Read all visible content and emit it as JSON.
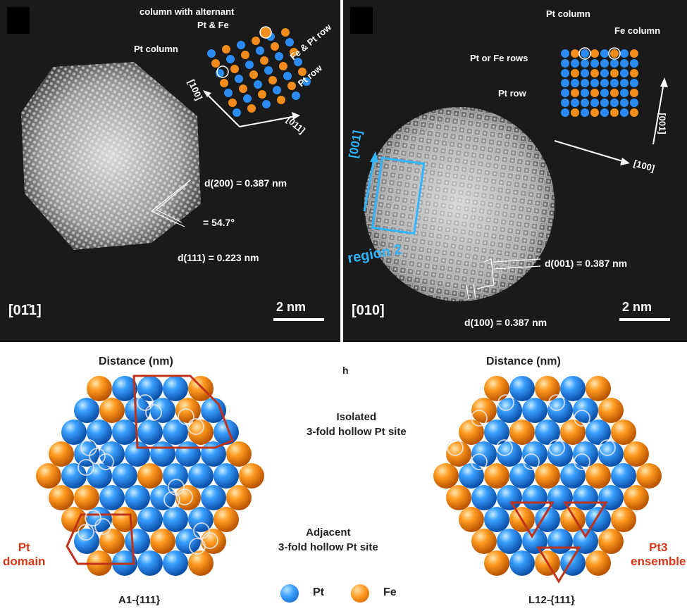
{
  "left_panel": {
    "zone_label": "[01̄1]",
    "scale": "2 nm",
    "annotations": {
      "column_alt": "column with alternant",
      "pt_fe": "Pt & Fe",
      "fe_pt_row": "Fe & Pt row",
      "pt_column": "Pt column",
      "pt_row": "Pt row",
      "dir_100": "[100]",
      "dir_011": "[011]",
      "d200": "d(200) = 0.387 nm",
      "angle": "= 54.7°",
      "d111": "d(111) = 0.223 nm"
    }
  },
  "right_panel": {
    "zone_label": "[010]",
    "scale": "2 nm",
    "annotations": {
      "pt_column": "Pt column",
      "fe_column": "Fe column",
      "pt_fe_rows": "Pt or Fe rows",
      "pt_row": "Pt row",
      "dir_001_inset": "[001]",
      "dir_100": "[100]",
      "dir_001_cyan": "[001]",
      "region": "region 2",
      "d001": "d(001) = 0.387 nm",
      "d100": "d(100) = 0.387 nm"
    }
  },
  "bottom": {
    "left_title": "Distance (nm)",
    "right_title": "Distance (nm)",
    "center_h": "h",
    "isolated_site": "Isolated\n3-fold hollow Pt site",
    "adjacent_site": "Adjacent\n3-fold hollow Pt site",
    "pt_domain": "Pt\ndomain",
    "pt3_ensemble": "Pt3\nensemble",
    "left_caption": "A1-{111}",
    "right_caption": "L12-{111}",
    "legend_pt": "Pt",
    "legend_fe": "Fe"
  },
  "colors": {
    "pt": "#2a8cf0",
    "fe": "#f28c1a",
    "highlight": "#d6371b",
    "cyan": "#2fb6ff"
  }
}
